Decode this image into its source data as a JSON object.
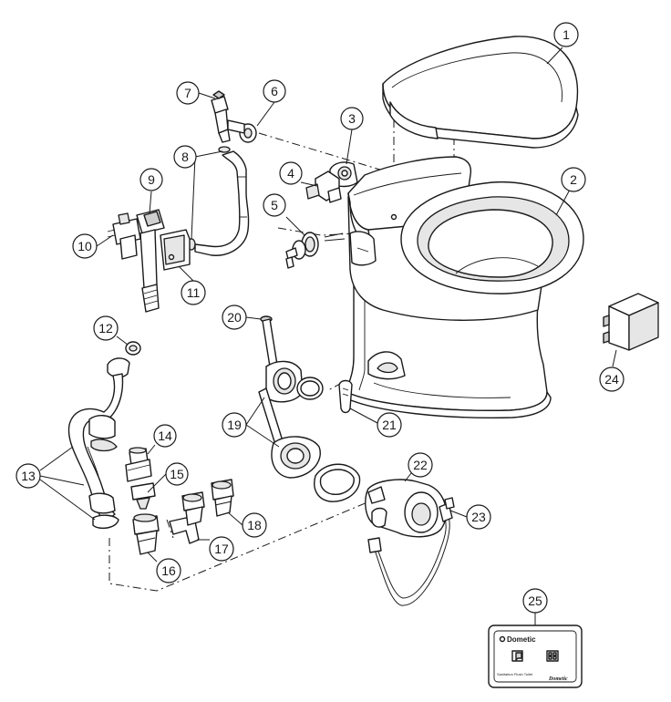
{
  "figure": {
    "labels": [
      "1",
      "2",
      "3",
      "4",
      "5",
      "6",
      "7",
      "8",
      "9",
      "10",
      "11",
      "12",
      "13",
      "14",
      "15",
      "16",
      "17",
      "18",
      "19",
      "20",
      "21",
      "22",
      "23",
      "24",
      "25"
    ],
    "panel_brand": "Dometic",
    "panel_caption": "Sanitation Flush Toilet",
    "panel_signature": "Dometic"
  }
}
